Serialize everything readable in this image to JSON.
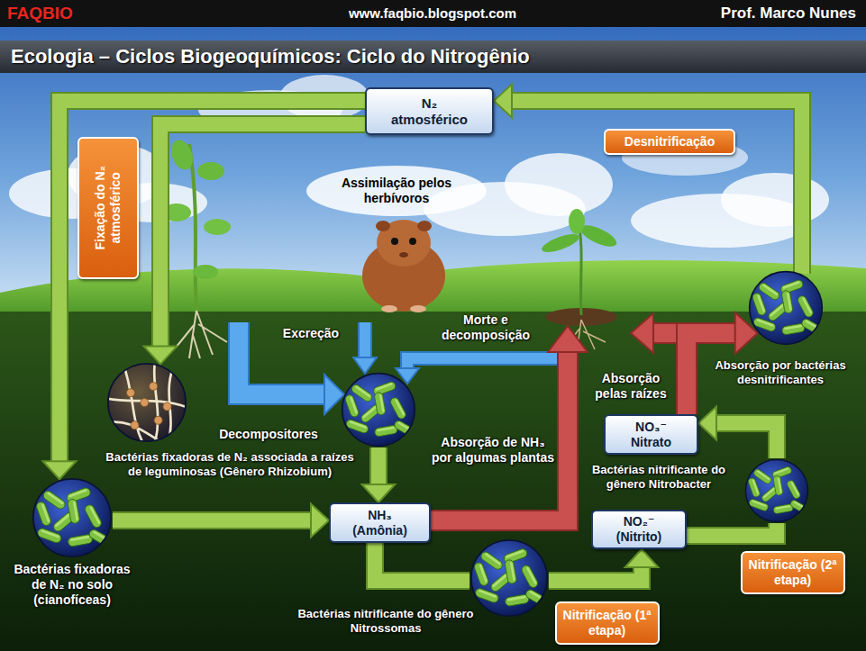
{
  "diagram": {
    "title": "Ecologia – Ciclos Biogeoquímicos: Ciclo do Nitrogênio",
    "nodes": [
      {
        "text": [
          "N₂ atmosférico"
        ]
      },
      {
        "text": [
          "Desnitrificação"
        ]
      },
      {
        "text": [
          "Fixação do N₂ atmosférico"
        ]
      },
      {
        "text": [
          "Absorção por bactérias desnitrificantes"
        ]
      },
      {
        "text": [
          "Decompositores"
        ]
      },
      {
        "text": [
          "Bactérias fixadoras de N₂ associada a raízes de leguminosas (Gênero Rhizobium)"
        ]
      },
      {
        "text": [
          "NO₃⁻ Nitrato"
        ]
      },
      {
        "text": [
          "Bactérias nitrificante do gênero Nitrobacter"
        ]
      },
      {
        "text": [
          "NH₃ (Amônia)"
        ]
      },
      {
        "text": [
          "NO₂⁻ (Nitrito)"
        ]
      },
      {
        "text": [
          "Bactérias fixadoras de N₂ no solo (cianofíceas)"
        ]
      },
      {
        "text": [
          "Bactérias nitrificante do gênero Nitrossomas"
        ]
      },
      {
        "text": [
          "Nitrificação (2ª etapa)"
        ]
      },
      {
        "text": [
          "Nitrificação (1ª etapa)"
        ]
      }
    ],
    "edges": [
      {
        "from": 0,
        "to": 10,
        "arrow": "to"
      },
      {
        "from": 0,
        "to": 5,
        "arrow": "to"
      },
      {
        "from": 10,
        "to": 8,
        "arrow": "to"
      },
      {
        "from": 4,
        "to": 8,
        "arrow": "to"
      },
      {
        "from": 8,
        "to": 11,
        "arrow": "none"
      },
      {
        "from": 11,
        "to": 9,
        "arrow": "to"
      },
      {
        "from": 9,
        "to": 7,
        "arrow": "none"
      },
      {
        "from": 7,
        "to": 6,
        "arrow": "to"
      },
      {
        "from": 6,
        "to": 3,
        "arrow": "to"
      },
      {
        "from": 3,
        "to": 0,
        "arrow": "to"
      }
    ],
    "labels": [
      "FAQBIO",
      "www.faqbio.blogspot.com",
      "Prof. Marco Nunes",
      "Assimilação pelos herbívoros",
      "Excreção",
      "Morte e decomposição",
      "Absorção pelas raízes",
      "Absorção de NH₃ por algumas plantas"
    ]
  }
}
